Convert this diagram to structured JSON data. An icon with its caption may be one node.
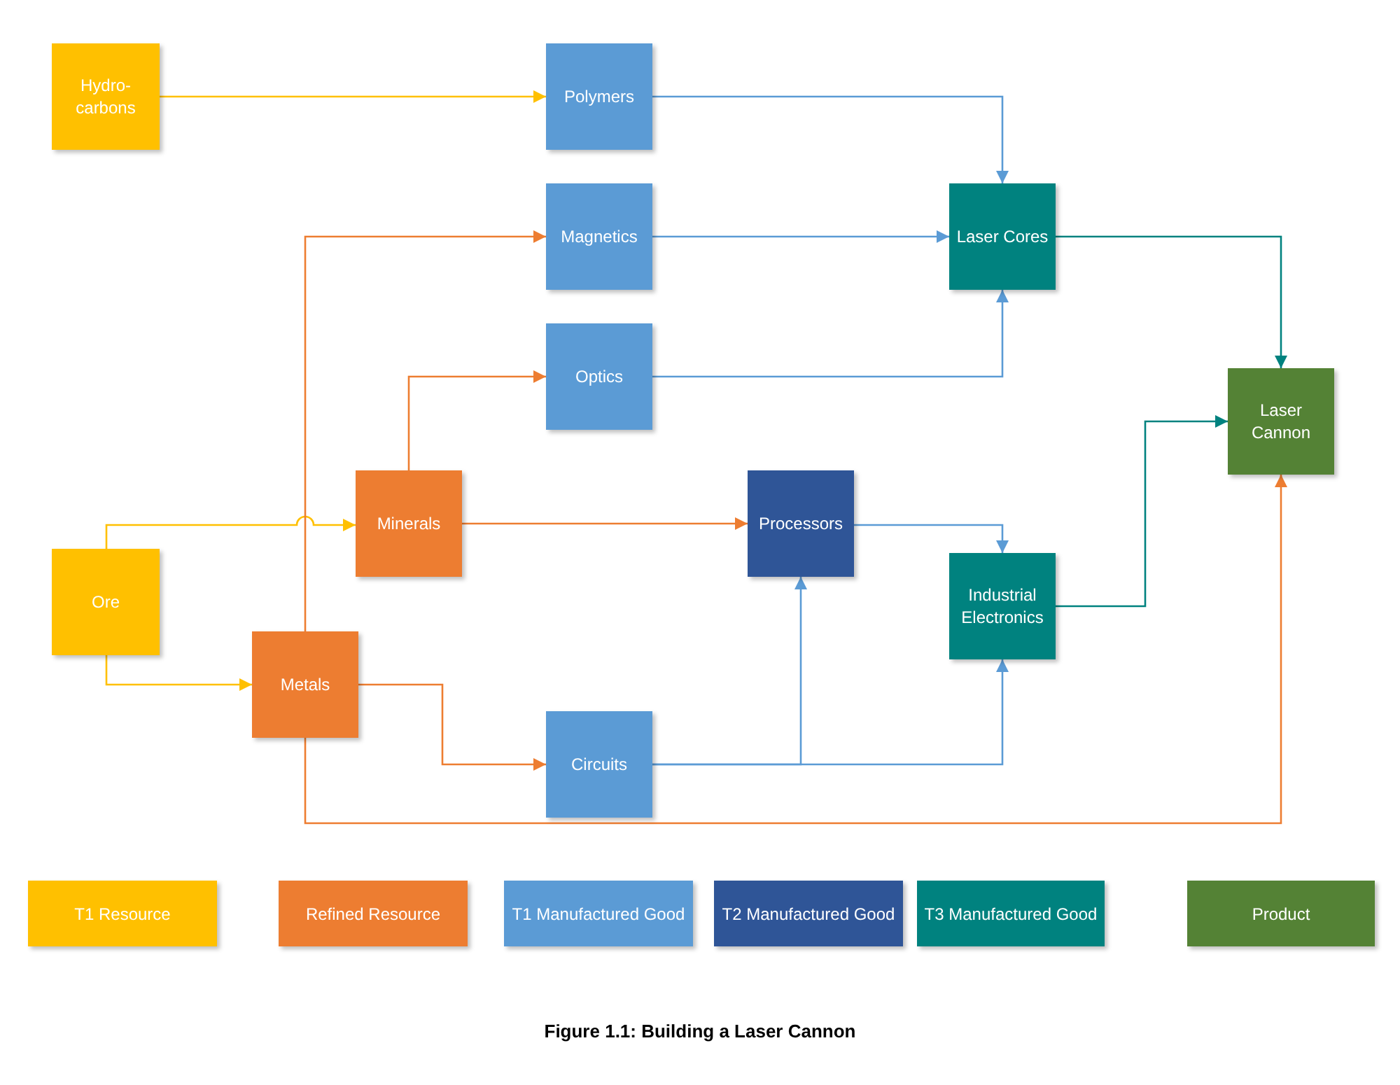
{
  "diagram": {
    "caption": "Figure 1.1: Building a Laser Cannon",
    "nodes": [
      {
        "text": [
          "Hydro- carbons"
        ]
      },
      {
        "text": [
          "Polymers"
        ]
      },
      {
        "text": [
          "Magnetics"
        ]
      },
      {
        "text": [
          "Laser Cores"
        ]
      },
      {
        "text": [
          "Optics"
        ]
      },
      {
        "text": [
          "Laser Cannon"
        ]
      },
      {
        "text": [
          "Minerals"
        ]
      },
      {
        "text": [
          "Processors"
        ]
      },
      {
        "text": [
          "Ore"
        ]
      },
      {
        "text": [
          "Industrial Electronics"
        ]
      },
      {
        "text": [
          "Metals"
        ]
      },
      {
        "text": [
          "Circuits"
        ]
      }
    ],
    "edges": [
      {
        "from": 0,
        "to": 1,
        "arrow": "to",
        "color": "#ffc000"
      },
      {
        "from": 1,
        "to": 3,
        "arrow": "to"
      },
      {
        "from": 2,
        "to": 3,
        "arrow": "to"
      },
      {
        "from": 4,
        "to": 3,
        "arrow": "to"
      },
      {
        "from": 3,
        "to": 5,
        "arrow": "to",
        "color": "#00827f"
      },
      {
        "from": 8,
        "to": 6,
        "arrow": "to",
        "color": "#ffc000"
      },
      {
        "from": 8,
        "to": 10,
        "arrow": "to",
        "color": "#ffc000"
      },
      {
        "from": 10,
        "to": 2,
        "arrow": "to",
        "color": "#ed7d31"
      },
      {
        "from": 6,
        "to": 4,
        "arrow": "to",
        "color": "#ed7d31"
      },
      {
        "from": 6,
        "to": 7,
        "arrow": "to",
        "color": "#ed7d31"
      },
      {
        "from": 7,
        "to": 9,
        "arrow": "to"
      },
      {
        "from": 10,
        "to": 11,
        "arrow": "to",
        "color": "#ed7d31"
      },
      {
        "from": 11,
        "to": 7,
        "arrow": "to"
      },
      {
        "from": 11,
        "to": 9,
        "arrow": "to"
      },
      {
        "from": 9,
        "to": 5,
        "arrow": "to",
        "color": "#00827f"
      },
      {
        "from": 10,
        "to": 5,
        "arrow": "to",
        "color": "#ed7d31"
      }
    ],
    "legend": [
      {
        "text": "T1 Resource",
        "color": "#ffc000"
      },
      {
        "text": "Refined Resource",
        "color": "#ed7d31"
      },
      {
        "text": "T1 Manufactured Good",
        "color": "#5b9bd5"
      },
      {
        "text": "T2 Manufactured Good",
        "color": "#2f5597"
      },
      {
        "text": "T3 Manufactured Good",
        "color": "#00827f"
      },
      {
        "text": "Product",
        "color": "#548235"
      }
    ]
  }
}
